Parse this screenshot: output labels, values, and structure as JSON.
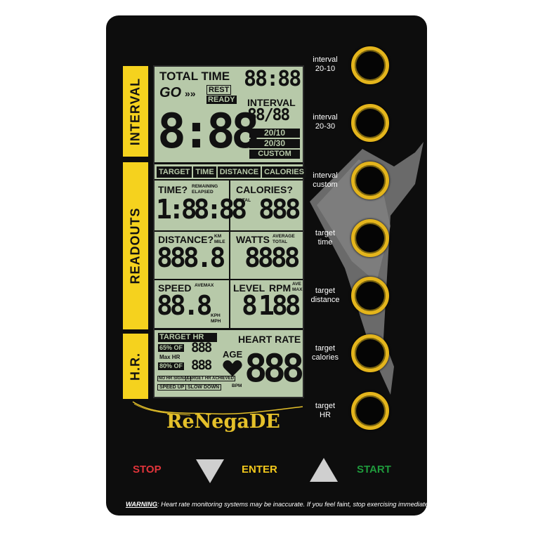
{
  "tabs": {
    "interval": "INTERVAL",
    "readouts": "READOUTS",
    "hr": "H.R."
  },
  "lcd": {
    "interval_section": {
      "total_time_label": "TOTAL TIME",
      "total_time_value": "88:88",
      "go_label": "GO",
      "rest_label": "REST",
      "ready_label": "READY",
      "interval_label": "INTERVAL",
      "interval_value": "88/88",
      "big_time_value": "8:88",
      "program_2010": "20/10",
      "program_2030": "20/30",
      "program_custom": "CUSTOM"
    },
    "header_tabs": [
      "TARGET",
      "TIME",
      "DISTANCE",
      "CALORIES"
    ],
    "time_cell": {
      "label": "TIME?",
      "sub_remaining": "REMAINING",
      "sub_elapsed": "ELAPSED",
      "value": "1:88:88"
    },
    "calories_cell": {
      "label": "CALORIES?",
      "sub": "TOTAL",
      "value": "888"
    },
    "distance_cell": {
      "label": "DISTANCE?",
      "unit_km": "KM",
      "unit_mile": "MILE",
      "value": "888.8"
    },
    "watts_cell": {
      "label": "WATTS",
      "sub_average": "AVERAGE",
      "sub_total": "TOTAL",
      "value": "8888"
    },
    "speed_cell": {
      "label": "SPEED",
      "sub": "AVEMAX",
      "value": "88.8",
      "unit_kph": "KPH",
      "unit_mph": "MPH"
    },
    "level_cell": {
      "label": "LEVEL",
      "value": "8"
    },
    "rpm_cell": {
      "label": "RPM",
      "sub_ave": "AVE",
      "sub_max": "MAX",
      "value": "188"
    },
    "hr_section": {
      "target_hr_label": "TARGET HR",
      "pct65": "65% OF",
      "maxhr": "Max HR",
      "pct80": "80% OF",
      "target_value_1": "888",
      "target_value_2": "888",
      "no_hr_signal": "NO HR SIGNAL",
      "target_hr_achieved": "TARGET HR ACHIEVED",
      "speed_up": "SPEED UP",
      "slow_down": "SLOW DOWN",
      "heart_rate_label": "HEART RATE",
      "age_label": "AGE",
      "bpm_label": "BPM",
      "heart_rate_value": "888"
    }
  },
  "side_buttons": [
    {
      "line1": "interval",
      "line2": "20-10"
    },
    {
      "line1": "interval",
      "line2": "20-30"
    },
    {
      "line1": "interval",
      "line2": "custom"
    },
    {
      "line1": "target",
      "line2": "time"
    },
    {
      "line1": "target",
      "line2": "distance"
    },
    {
      "line1": "target",
      "line2": "calories"
    },
    {
      "line1": "target",
      "line2": "HR"
    }
  ],
  "logo": "ReNegaDE",
  "controls": {
    "stop": "STOP",
    "enter": "ENTER",
    "start": "START"
  },
  "warning": {
    "prefix": "WARNING",
    "text": ": Heart rate monitoring systems may be inaccurate. If you feel faint, stop exercising immediately"
  },
  "colors": {
    "panel": "#0d0d0d",
    "accent_yellow": "#f5d21e",
    "lcd_green": "#b7c9a9",
    "stop_red": "#e0343a",
    "enter_yellow": "#f2c81c",
    "start_green": "#1f9a3c",
    "arrow_gray": "#cfcfcf"
  },
  "icons": {
    "down": "triangle-down-icon",
    "up": "triangle-up-icon",
    "heart": "heart-icon",
    "go_arrows": "chevrons-right-icon"
  }
}
